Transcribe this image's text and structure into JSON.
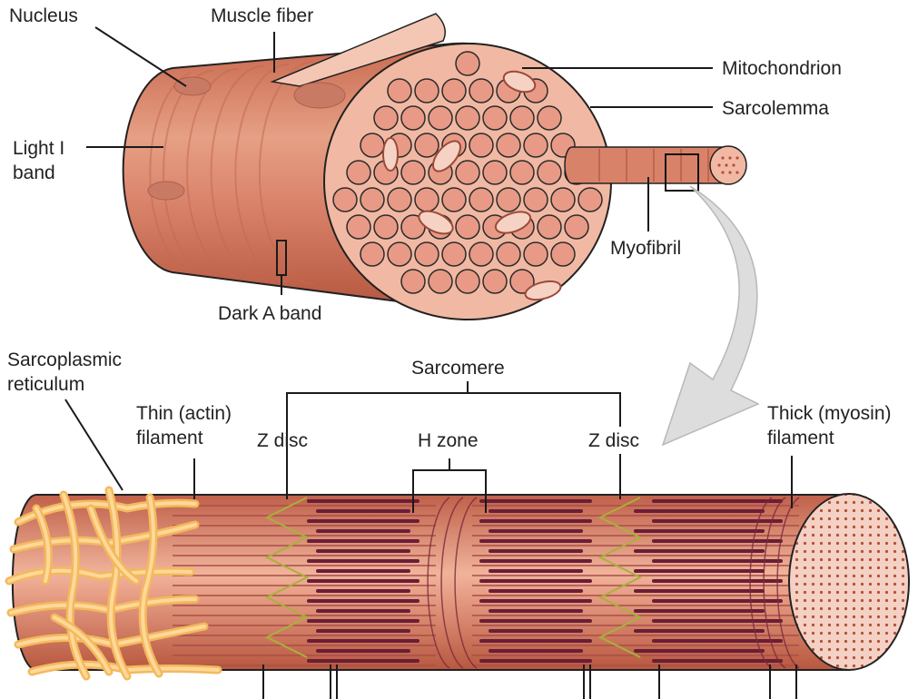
{
  "labels": {
    "nucleus": "Nucleus",
    "muscle_fiber": "Muscle fiber",
    "mitochondrion": "Mitochondrion",
    "sarcolemma": "Sarcolemma",
    "light_band_1": "Light I",
    "light_band_2": "band",
    "myofibril": "Myofibril",
    "dark_band": "Dark A band",
    "sarcoplasmic_1": "Sarcoplasmic",
    "sarcoplasmic_2": "reticulum",
    "sarcomere": "Sarcomere",
    "thin_1": "Thin (actin)",
    "thin_2": "filament",
    "z_disc_left": "Z disc",
    "h_zone": "H zone",
    "z_disc_right": "Z disc",
    "thick_1": "Thick (myosin)",
    "thick_2": "filament"
  },
  "colors": {
    "muscle": "#d9826a",
    "muscle_dark": "#b85c45",
    "section": "#f1b9a3",
    "fibril_dot": "#b5503a",
    "reticulum": "#f6c26b",
    "myosin": "#6a1e36",
    "z_line": "#a8b13a",
    "arrow": "#d6d6d6"
  }
}
